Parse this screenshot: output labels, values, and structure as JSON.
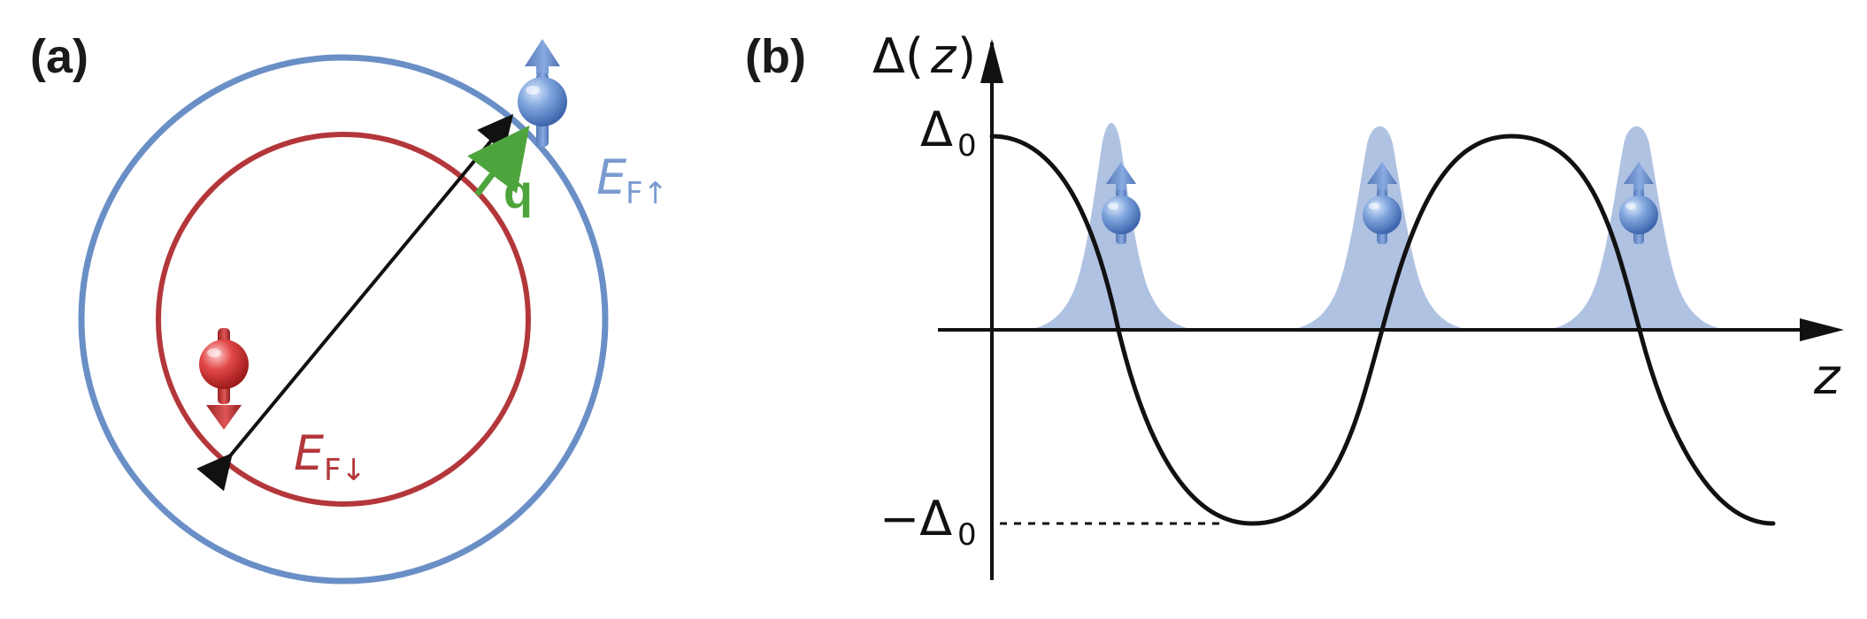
{
  "panel_a": {
    "label": "(a)",
    "outer_circle_color": "#6a8fc6",
    "inner_circle_color": "#b3373a",
    "up_label": {
      "symbol": "E",
      "subscript": "F↑",
      "color": "#7a9bd0"
    },
    "down_label": {
      "symbol": "E",
      "subscript": "F↓",
      "color": "#b3373a"
    },
    "q_label": {
      "text": "q",
      "color": "#4ea43c"
    },
    "icons": [
      "spin-up-particle-icon",
      "spin-down-particle-icon"
    ]
  },
  "panel_b": {
    "label": "(b)",
    "y_axis_label": {
      "prefix": "Δ(",
      "variable": "z",
      "suffix": ")"
    },
    "x_axis_label": "z",
    "tick_top": {
      "symbol": "Δ",
      "subscript": "0"
    },
    "tick_bottom": {
      "prefix": "−Δ",
      "subscript": "0"
    },
    "peak_color": "#9fb4dc",
    "curve_color": "#111111",
    "icons": [
      "spin-up-particle-icon",
      "spin-up-particle-icon",
      "spin-up-particle-icon"
    ]
  }
}
